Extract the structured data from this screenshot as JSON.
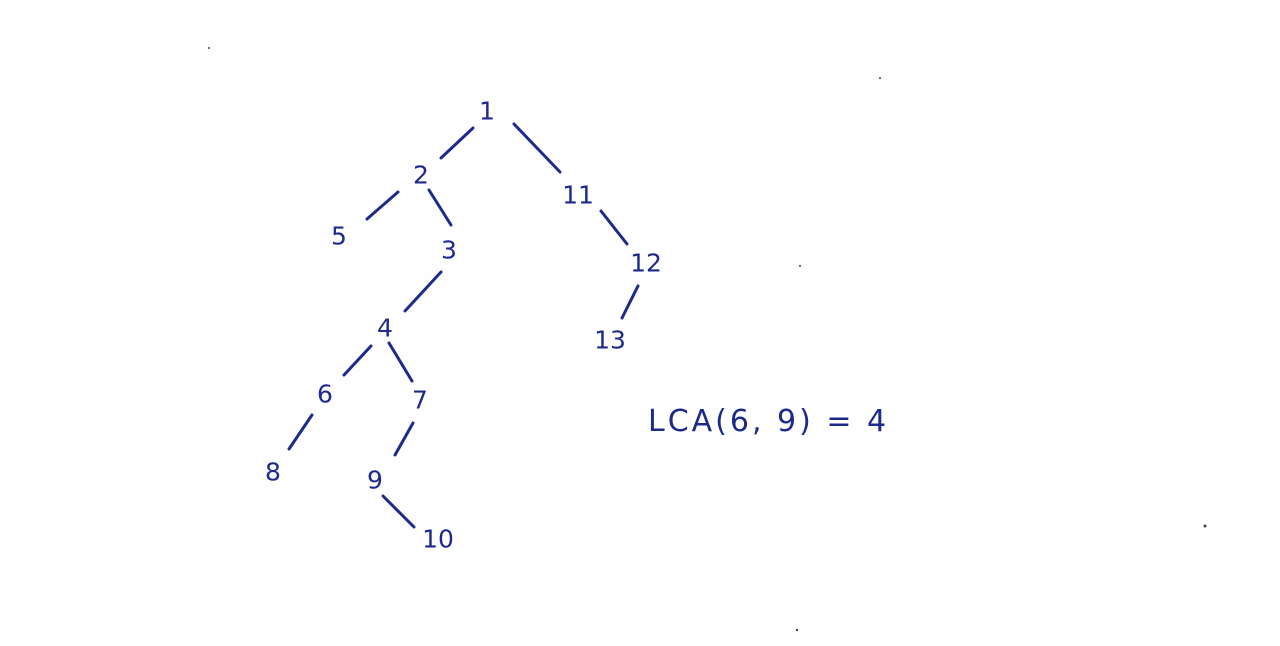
{
  "diagram": {
    "ink_color": "#1c2a8c",
    "nodes": [
      {
        "id": "1",
        "label": "1"
      },
      {
        "id": "2",
        "label": "2"
      },
      {
        "id": "5",
        "label": "5"
      },
      {
        "id": "3",
        "label": "3"
      },
      {
        "id": "4",
        "label": "4"
      },
      {
        "id": "6",
        "label": "6"
      },
      {
        "id": "7",
        "label": "7"
      },
      {
        "id": "8",
        "label": "8"
      },
      {
        "id": "9",
        "label": "9"
      },
      {
        "id": "10",
        "label": "10"
      },
      {
        "id": "11",
        "label": "11"
      },
      {
        "id": "12",
        "label": "12"
      },
      {
        "id": "13",
        "label": "13"
      }
    ],
    "edges": [
      {
        "from": "1",
        "to": "2"
      },
      {
        "from": "1",
        "to": "11"
      },
      {
        "from": "2",
        "to": "5"
      },
      {
        "from": "2",
        "to": "3"
      },
      {
        "from": "3",
        "to": "4"
      },
      {
        "from": "4",
        "to": "6"
      },
      {
        "from": "4",
        "to": "7"
      },
      {
        "from": "6",
        "to": "8"
      },
      {
        "from": "7",
        "to": "9"
      },
      {
        "from": "9",
        "to": "10"
      },
      {
        "from": "11",
        "to": "12"
      },
      {
        "from": "12",
        "to": "13"
      }
    ],
    "annotation": "LCA(6, 9) = 4"
  }
}
